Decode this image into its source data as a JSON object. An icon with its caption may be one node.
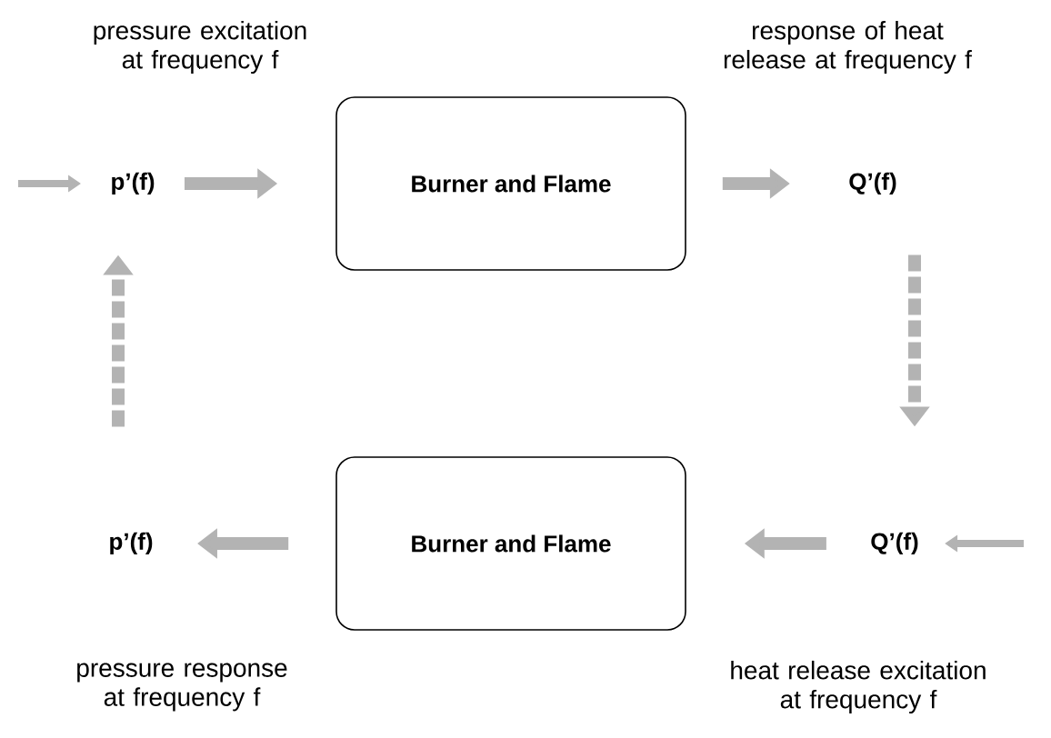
{
  "diagram": {
    "nodes": [
      {
        "text": [
          "p’(f)"
        ]
      },
      {
        "text": [
          "Burner and Flame"
        ]
      },
      {
        "text": [
          "Q’(f)"
        ]
      },
      {
        "text": [
          "p’(f)"
        ]
      },
      {
        "text": [
          "Burner and Flame"
        ]
      },
      {
        "text": [
          "Q’(f)"
        ]
      }
    ],
    "edges": [
      {
        "from": null,
        "to": 0,
        "arrow": "to"
      },
      {
        "from": 0,
        "to": 1,
        "arrow": "to"
      },
      {
        "from": 1,
        "to": 2,
        "arrow": "to"
      },
      {
        "from": 2,
        "to": 5,
        "arrow": "to",
        "style": "dashed"
      },
      {
        "from": 5,
        "to": 4,
        "arrow": "to"
      },
      {
        "from": 4,
        "to": 3,
        "arrow": "to"
      },
      {
        "from": 3,
        "to": 0,
        "arrow": "to",
        "style": "dashed"
      },
      {
        "from": null,
        "to": 5,
        "arrow": "to"
      }
    ],
    "labels": [
      "pressure excitation at frequency f",
      "response of heat release at frequency f",
      "pressure response at frequency f",
      "heat release excitation at frequency f"
    ]
  }
}
